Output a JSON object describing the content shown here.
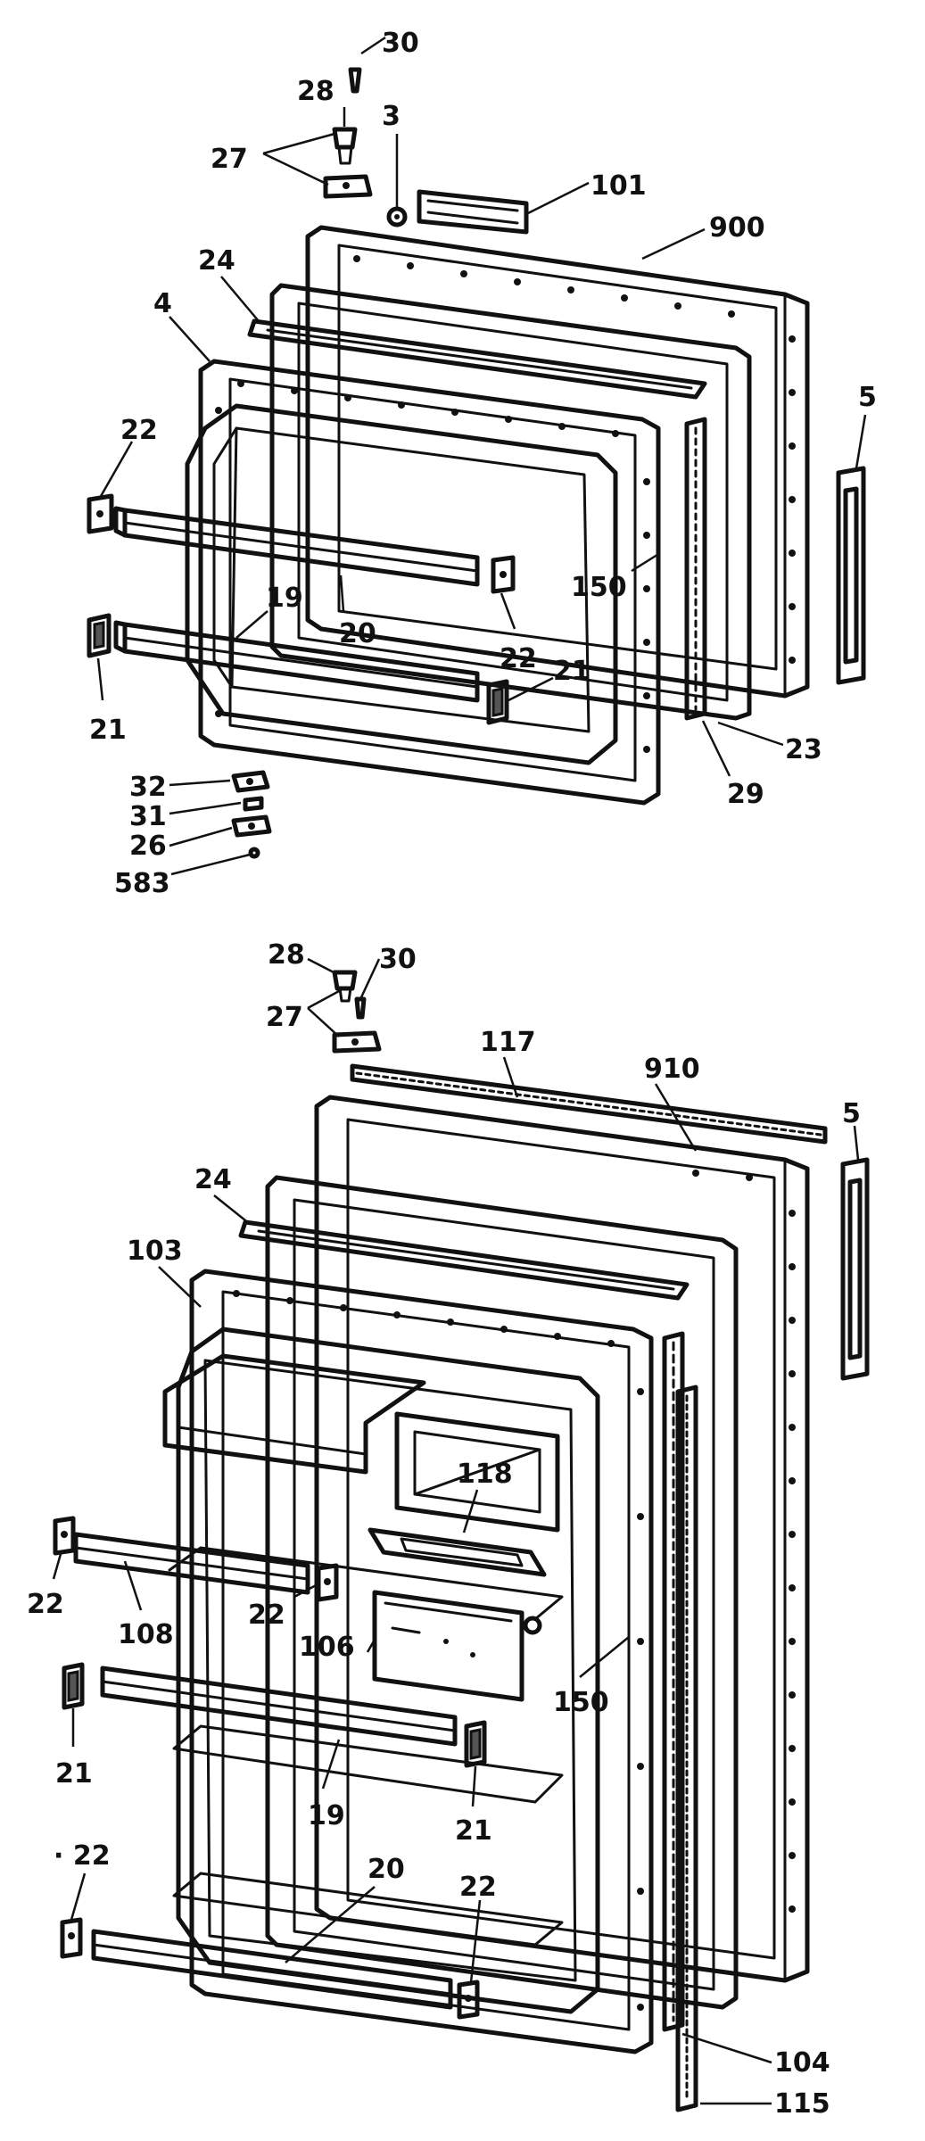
{
  "upper_door": {
    "callouts": {
      "c30": "30",
      "c28": "28",
      "c3": "3",
      "c27": "27",
      "c101": "101",
      "c900": "900",
      "c24": "24",
      "c4": "4",
      "c5": "5",
      "c22a": "22",
      "c150": "150",
      "c19": "19",
      "c20": "20",
      "c22b": "22",
      "c21a": "21",
      "c21b": "21",
      "c23": "23",
      "c29": "29",
      "c32": "32",
      "c31": "31",
      "c26": "26",
      "c583": "583"
    }
  },
  "lower_door": {
    "callouts": {
      "c28": "28",
      "c30": "30",
      "c27": "27",
      "c117": "117",
      "c910": "910",
      "c5": "5",
      "c24": "24",
      "c103": "103",
      "c118": "118",
      "c22a": "22",
      "c108": "108",
      "c22b": "22",
      "c106": "106",
      "c150": "150",
      "c21a": "21",
      "c19": "19",
      "c21b": "21",
      "c22c": "· 22",
      "c20": "20",
      "c22d": "22",
      "c104": "104",
      "c115": "115"
    }
  }
}
